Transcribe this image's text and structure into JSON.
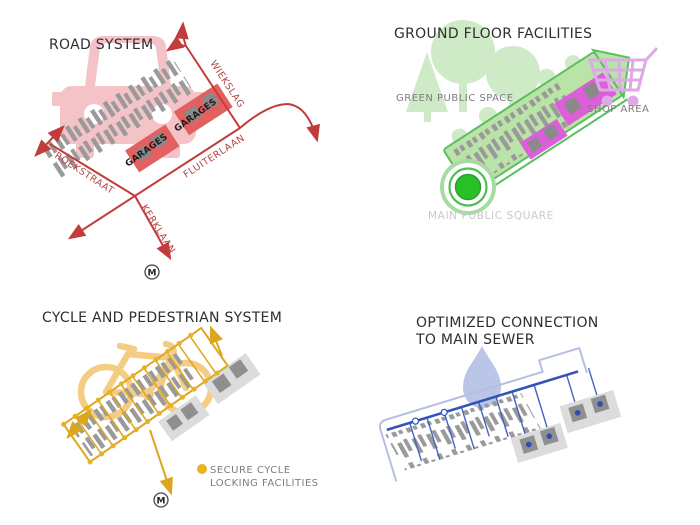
{
  "road_panel": {
    "title": "ROAD SYSTEM",
    "street_wiekslag": "WIEKSLAG",
    "street_fluiterlaan": "FLUITERLAAN",
    "street_roekstraat": "ROEKSTRAAT",
    "street_kerklaan": "KERKLAAN",
    "garages_label": "GARAGES",
    "metro_label": "M",
    "colors": {
      "road": "#c23c3c",
      "car": "#f4c3c8",
      "garage": "#e26060",
      "building": "#9a9a9a"
    }
  },
  "ground_panel": {
    "title": "GROUND FLOOR FACILITIES",
    "green_space_label": "GREEN PUBLIC SPACE",
    "shop_area_label": "SHOP AREA",
    "square_label": "MAIN PUBLIC SQUARE",
    "colors": {
      "band_fill": "#bae3a7",
      "band_stroke": "#5abf5e",
      "tree": "#cfeac6",
      "square_green": "#27c127",
      "shop_magenta": "#da5fd8",
      "cart": "#dfa9e8"
    }
  },
  "cycle_panel": {
    "title": "CYCLE AND PEDESTRIAN SYSTEM",
    "legend_line1": "SECURE CYCLE",
    "legend_line2": "LOCKING FACILITIES",
    "metro_label": "M",
    "colors": {
      "path": "#dca71e",
      "dot": "#e8b225",
      "bicycle": "#f4cd82",
      "pad": "#dcdcdc"
    }
  },
  "sewer_panel": {
    "title_line1": "OPTIMIZED CONNECTION",
    "title_line2": "TO MAIN SEWER",
    "colors": {
      "main_line": "#3353b8",
      "outline": "#b5c0e0",
      "drop": "#bac5e8"
    }
  }
}
